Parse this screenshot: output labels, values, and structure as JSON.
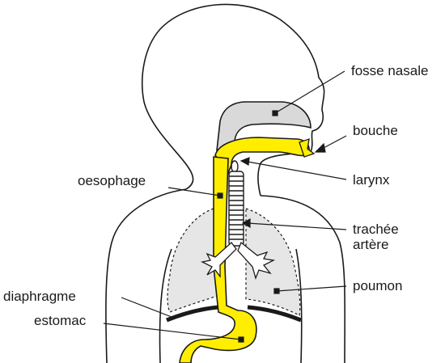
{
  "colors": {
    "outline": "#1a1a1a",
    "lung_fill": "#e6e6e6",
    "nasal_fill": "#d9d9d9",
    "digestive_yellow": "#ffee00"
  },
  "labels": {
    "fosse_nasale": "fosse nasale",
    "bouche": "bouche",
    "larynx": "larynx",
    "oesophage": "oesophage",
    "trachee_line1": "trachée",
    "trachee_line2": "artère",
    "poumon": "poumon",
    "diaphragme": "diaphragme",
    "estomac": "estomac"
  }
}
